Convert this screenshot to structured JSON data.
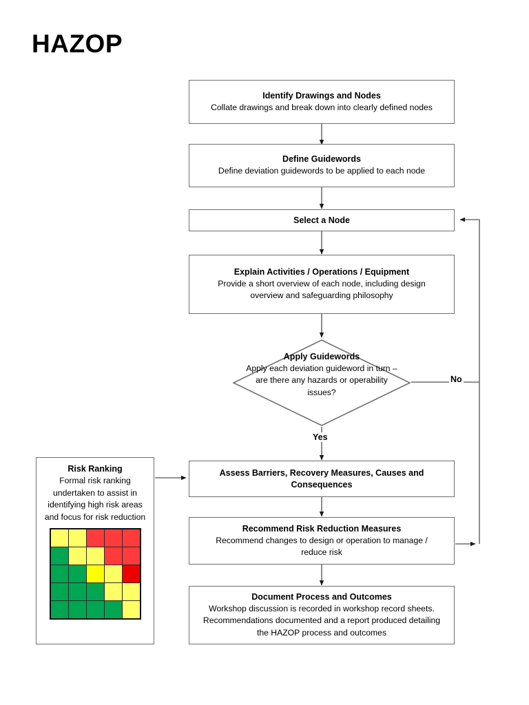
{
  "page": {
    "title": "HAZOP"
  },
  "flow": {
    "nodes": [
      {
        "id": "identify-drawings-and-nodes",
        "title": "Identify Drawings and Nodes",
        "desc": "Collate drawings and break down into clearly defined nodes"
      },
      {
        "id": "define-guidewords",
        "title": "Define Guidewords",
        "desc": "Define deviation guidewords to be applied to each node"
      },
      {
        "id": "select-a-node",
        "title": "Select a Node",
        "desc": ""
      },
      {
        "id": "explain-activities",
        "title": "Explain Activities / Operations / Equipment",
        "desc": "Provide a short overview of each node, including design overview and safeguarding philosophy"
      },
      {
        "id": "assess-barriers",
        "title": "Assess Barriers, Recovery Measures, Causes and Consequences",
        "desc": ""
      },
      {
        "id": "recommend-risk-reduction",
        "title": "Recommend Risk Reduction Measures",
        "desc": "Recommend changes to design or operation to manage / reduce risk"
      },
      {
        "id": "document-process-and-outcomes",
        "title": "Document Process and Outcomes",
        "desc": "Workshop discussion is recorded in workshop record sheets. Recommendations documented and a report produced detailing the HAZOP process and outcomes"
      }
    ],
    "decision": {
      "id": "apply-guidewords",
      "title": "Apply Guidewords",
      "desc": "Apply each deviation guideword in turn – are there any hazards or operability issues?"
    },
    "edge_labels": {
      "yes": "Yes",
      "no": "No"
    }
  },
  "risk_ranking": {
    "title": "Risk Ranking",
    "desc": "Formal risk ranking undertaken to assist in identifying high risk areas and focus for risk reduction",
    "matrix": {
      "rows": 5,
      "cols": 5,
      "colors": {
        "green": "#00a651",
        "yellow": "#ffff66",
        "bright_yellow": "#ffff00",
        "red": "#ff3b3b",
        "dark_red": "#ee0000"
      },
      "cells": [
        [
          "yellow",
          "yellow",
          "red",
          "red",
          "red"
        ],
        [
          "green",
          "yellow",
          "yellow",
          "red",
          "red"
        ],
        [
          "green",
          "green",
          "bright_yellow",
          "yellow",
          "dark_red"
        ],
        [
          "green",
          "green",
          "green",
          "yellow",
          "yellow"
        ],
        [
          "green",
          "green",
          "green",
          "green",
          "yellow"
        ]
      ]
    }
  },
  "style": {
    "line_color": "#6f6f6f",
    "text_color": "#000000",
    "background": "#ffffff"
  }
}
